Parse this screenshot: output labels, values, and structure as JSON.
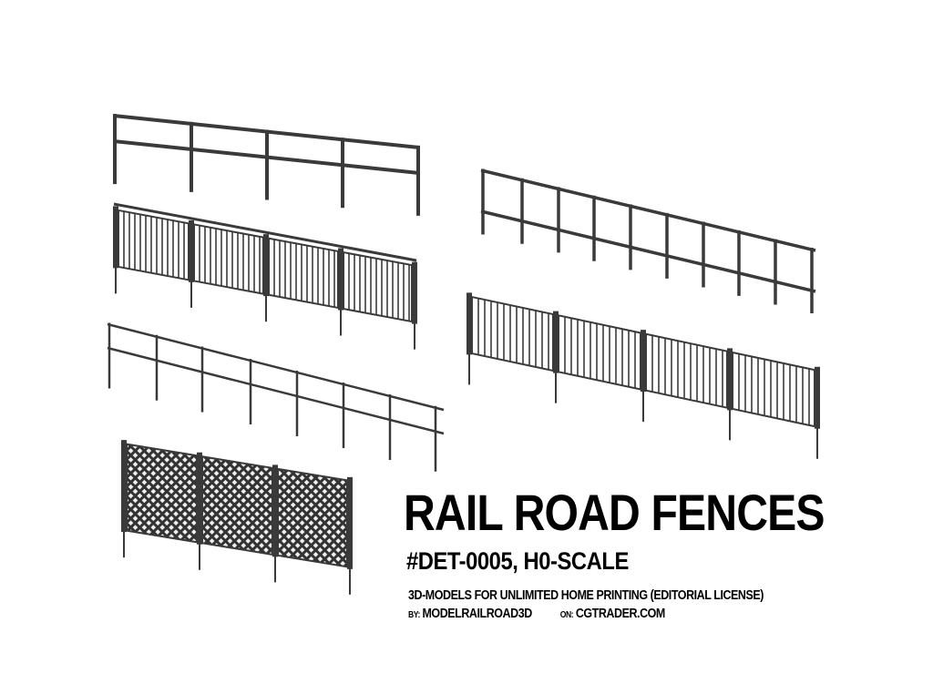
{
  "title": "RAIL ROAD FENCES",
  "subtitle": "#DET-0005, H0-SCALE",
  "description": "3D-MODELS FOR UNLIMITED HOME PRINTING (EDITORIAL LICENSE)",
  "credits": {
    "by_label": "BY:",
    "by_value": "MODELRAILROAD3D",
    "on_label": "ON:",
    "on_value": "CGTRADER.COM"
  },
  "colors": {
    "ink": "#3a3a3a",
    "fill": "#8a8a8a",
    "background": "#ffffff"
  }
}
